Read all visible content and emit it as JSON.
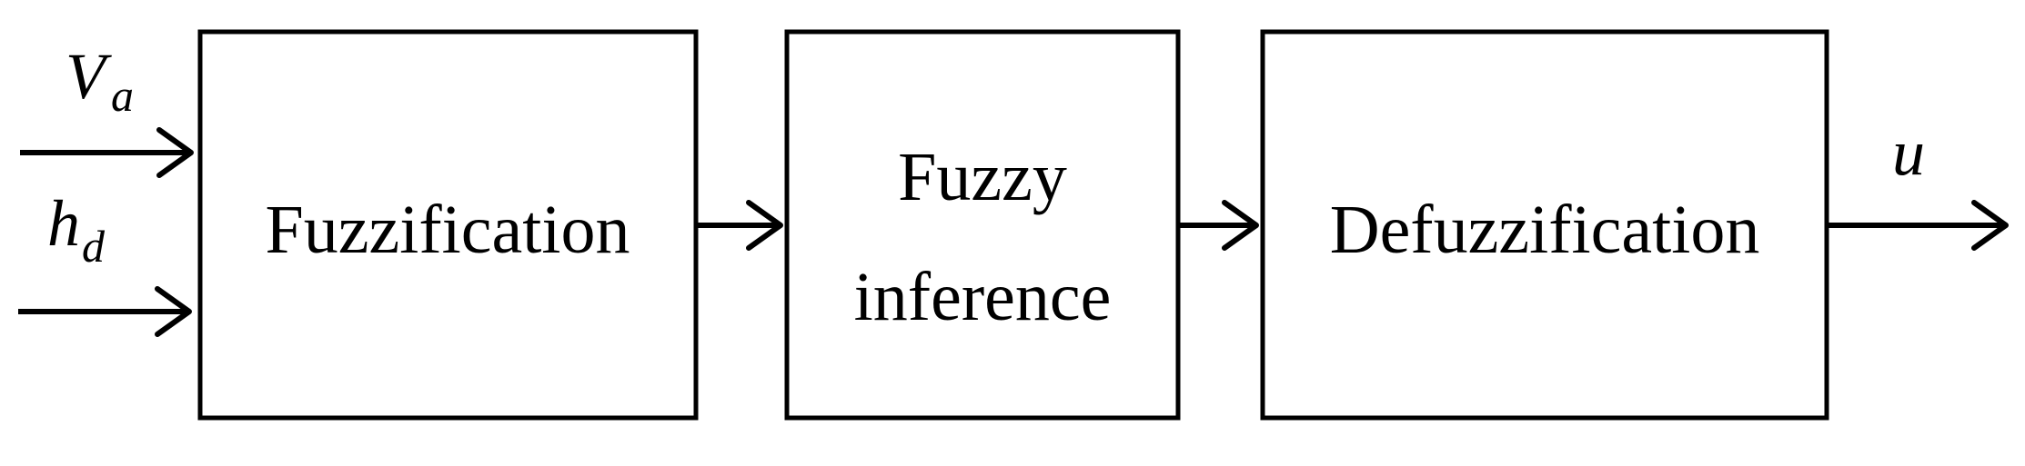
{
  "inputs": [
    {
      "symbol": "V",
      "subscript": "a"
    },
    {
      "symbol": "h",
      "subscript": "d"
    }
  ],
  "blocks": [
    {
      "lines": [
        "Fuzzification"
      ]
    },
    {
      "lines": [
        "Fuzzy",
        "inference"
      ]
    },
    {
      "lines": [
        "Defuzzification"
      ]
    }
  ],
  "output": {
    "symbol": "u"
  }
}
